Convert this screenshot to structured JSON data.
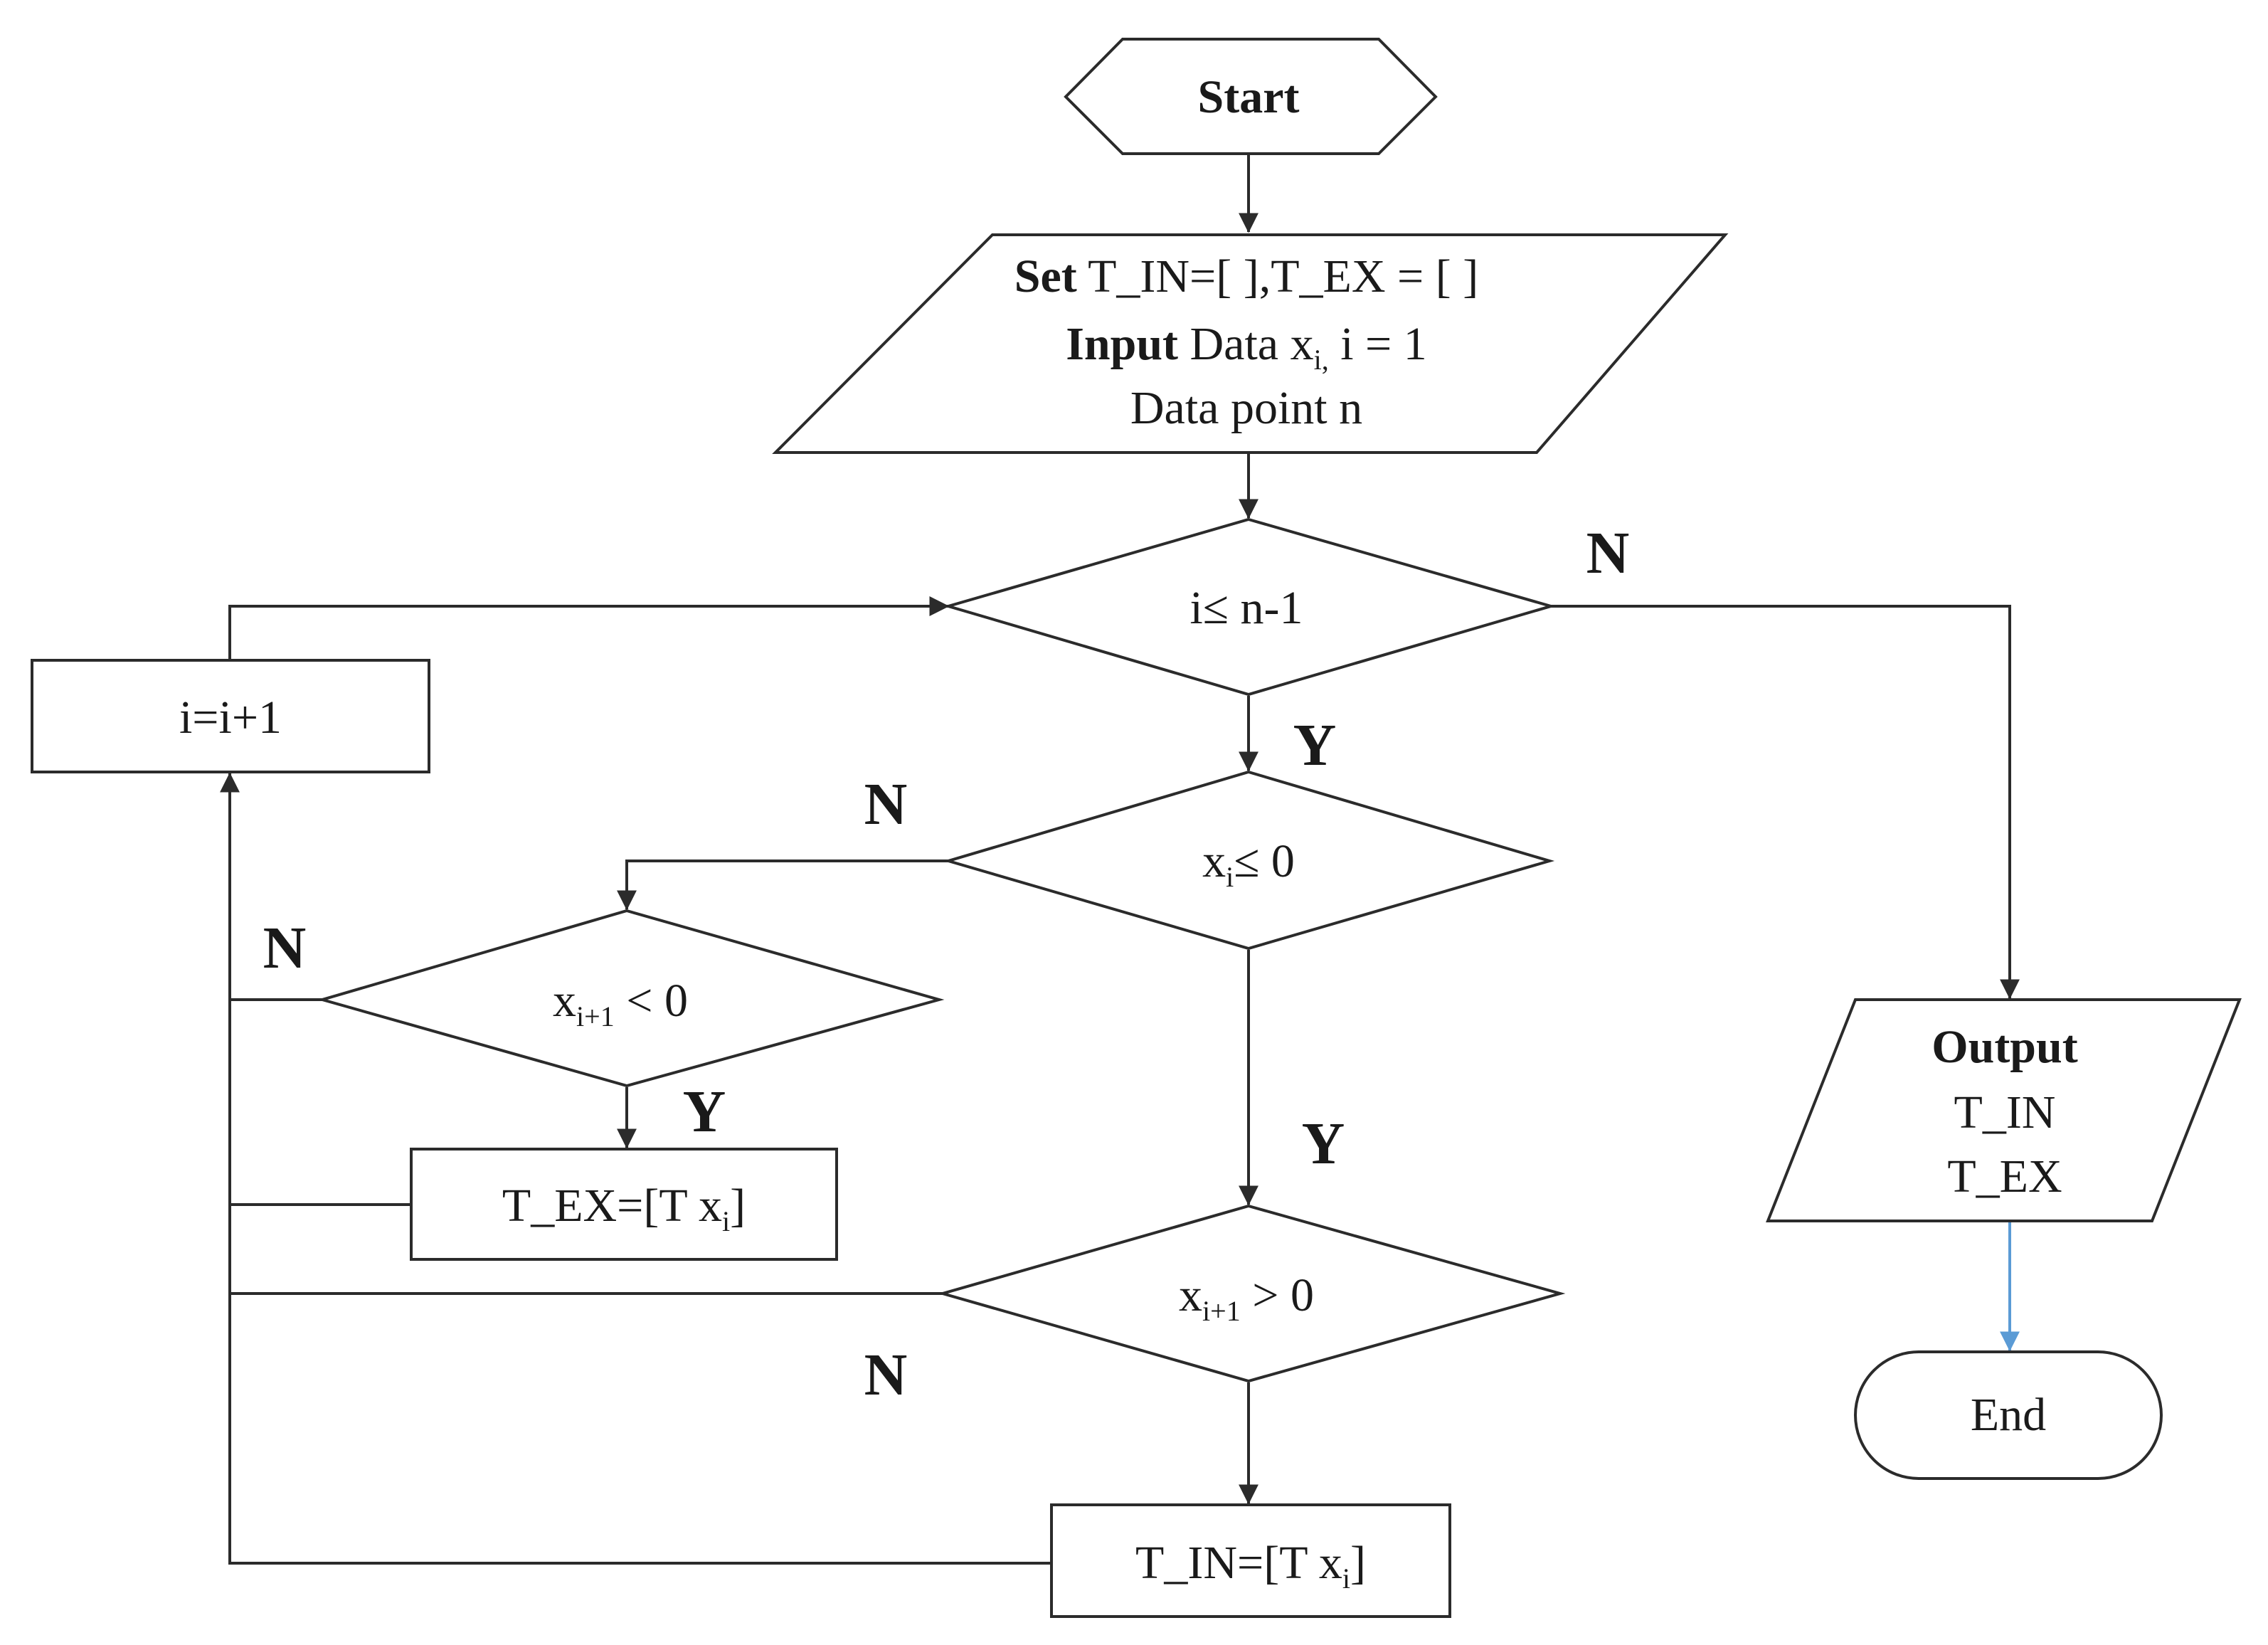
{
  "colors": {
    "line": "#2b2b2b",
    "highlight_arrow": "#5b9bd5",
    "background": "#ffffff"
  },
  "nodes": {
    "start": {
      "label": "Start"
    },
    "init": {
      "line1_keyword": "Set",
      "line1_text": "T_IN=[ ],T_EX = [ ]",
      "line2_keyword": "Input",
      "line2_text_a": "Data x",
      "line2_sub": "i,",
      "line2_text_b": "i = 1",
      "line3_text": "Data point  n"
    },
    "loop_check": {
      "label": "i≤ n-1"
    },
    "increment": {
      "label": "i=i+1"
    },
    "check_xi": {
      "var": "x",
      "sub": "i",
      "rest": "≤ 0"
    },
    "check_next_neg": {
      "var": "x",
      "sub": "i+1",
      "rest": " < 0"
    },
    "assign_ex": {
      "text": "T_EX=[T  x",
      "sub": "i",
      "close": "]"
    },
    "check_next_pos": {
      "var": "x",
      "sub": "i+1",
      "rest": " > 0"
    },
    "assign_in": {
      "text": "T_IN=[T  x",
      "sub": "i",
      "close": "]"
    },
    "output": {
      "keyword": "Output",
      "line2": "T_IN",
      "line3": "T_EX"
    },
    "end": {
      "label": "End"
    }
  },
  "edge_labels": {
    "loop_no": "N",
    "loop_yes": "Y",
    "xi_no": "N",
    "xi_yes": "Y",
    "next_neg_no": "N",
    "next_neg_yes": "Y",
    "next_pos_no": "N"
  }
}
